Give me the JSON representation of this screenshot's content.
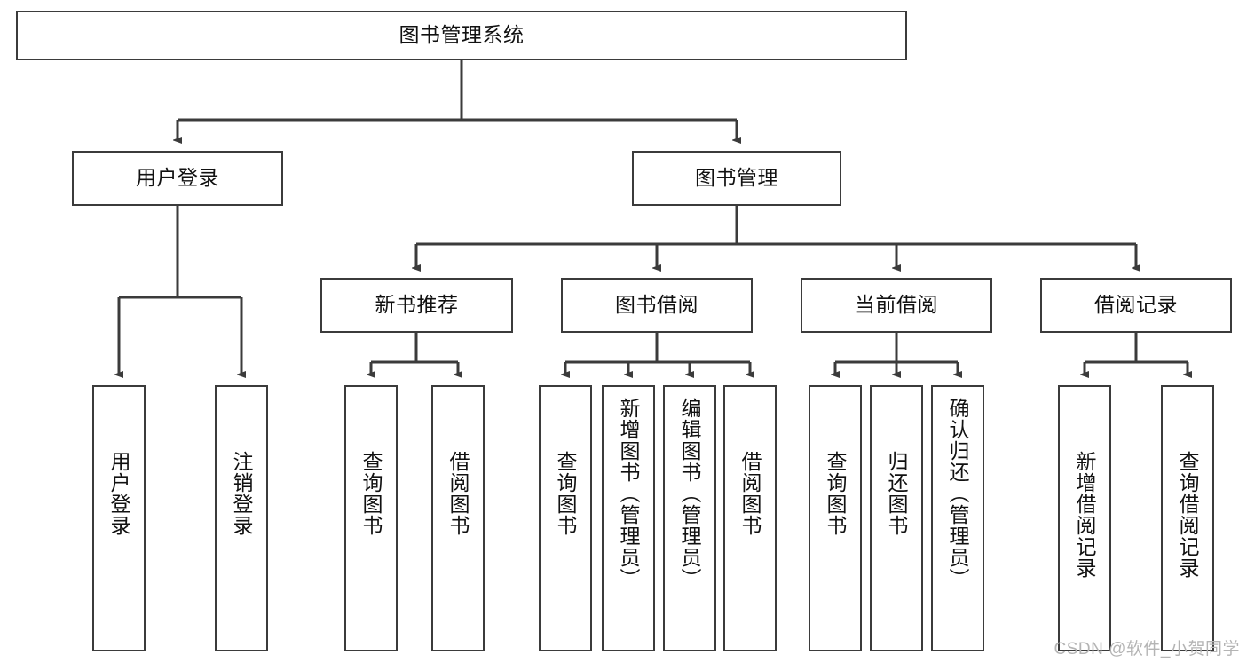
{
  "diagram": {
    "title": "图书管理系统",
    "type": "tree-hierarchy-chart",
    "colors": {
      "stroke": "#3b3b3b",
      "fill": "#ffffff",
      "text": "#111111",
      "watermark": "#b4b4b4"
    },
    "root": {
      "label": "图书管理系统"
    },
    "level2": [
      {
        "label": "用户登录"
      },
      {
        "label": "图书管理"
      }
    ],
    "level3": [
      {
        "label": "新书推荐"
      },
      {
        "label": "图书借阅"
      },
      {
        "label": "当前借阅"
      },
      {
        "label": "借阅记录"
      }
    ],
    "leaves": [
      {
        "label": "用户登录"
      },
      {
        "label": "注销登录"
      },
      {
        "label": "查询图书"
      },
      {
        "label": "借阅图书"
      },
      {
        "label": "查询图书"
      },
      {
        "label": "新增图书（管理员）"
      },
      {
        "label": "编辑图书（管理员）"
      },
      {
        "label": "借阅图书"
      },
      {
        "label": "查询图书"
      },
      {
        "label": "归还图书"
      },
      {
        "label": "确认归还（管理员）"
      },
      {
        "label": "新增借阅记录"
      },
      {
        "label": "查询借阅记录"
      }
    ]
  },
  "watermark": {
    "text": "CSDN @软件_小贺同学"
  }
}
